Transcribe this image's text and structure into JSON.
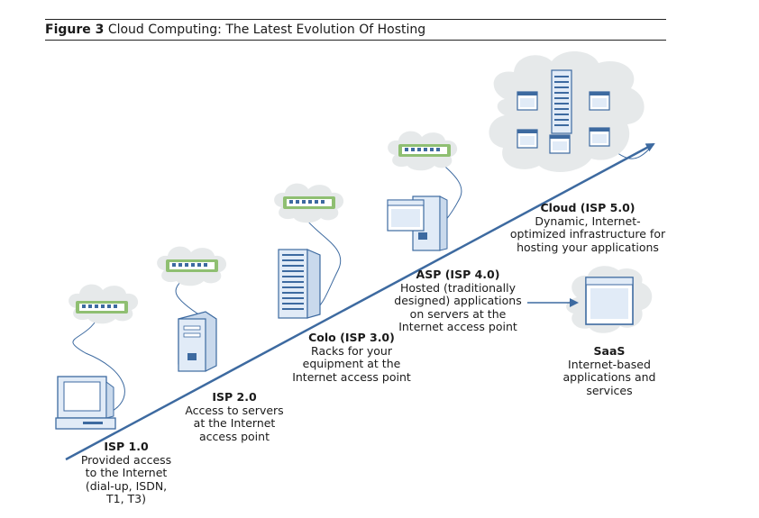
{
  "figure": {
    "label": "Figure 3",
    "title": "Cloud Computing: The Latest Evolution Of Hosting"
  },
  "stages": [
    {
      "id": "isp1",
      "name": "ISP 1.0",
      "lines": [
        "Provided access",
        "to the Internet",
        "(dial-up, ISDN,",
        "T1, T3)"
      ]
    },
    {
      "id": "isp2",
      "name": "ISP 2.0",
      "lines": [
        "Access to servers",
        "at the Internet",
        "access point"
      ]
    },
    {
      "id": "isp3",
      "name": "Colo (ISP 3.0)",
      "lines": [
        "Racks for your",
        "equipment at the",
        "Internet access point"
      ]
    },
    {
      "id": "isp4",
      "name": "ASP (ISP 4.0)",
      "lines": [
        "Hosted (traditionally",
        "designed) applications",
        "on servers at the",
        "Internet access point"
      ]
    },
    {
      "id": "isp5",
      "name": "Cloud (ISP 5.0)",
      "lines": [
        "Dynamic, Internet-",
        "optimized infrastructure for",
        "hosting your applications"
      ]
    },
    {
      "id": "saas",
      "name": "SaaS",
      "lines": [
        "Internet-based",
        "applications and",
        "services"
      ]
    }
  ],
  "colors": {
    "arrow": "#3d6aa0",
    "cloud": "#e6e9ea",
    "device_fill": "#e1ebf7",
    "device_stroke": "#3d6aa0",
    "switch_green": "#8fbf72",
    "cable": "#3d6aa0"
  },
  "icons": [
    "monitor-pc-icon",
    "tower-server-icon",
    "rack-server-icon",
    "app-server-icon",
    "cloud-datacenter-icon",
    "saas-window-icon",
    "network-switch-icon",
    "cloud-icon"
  ]
}
